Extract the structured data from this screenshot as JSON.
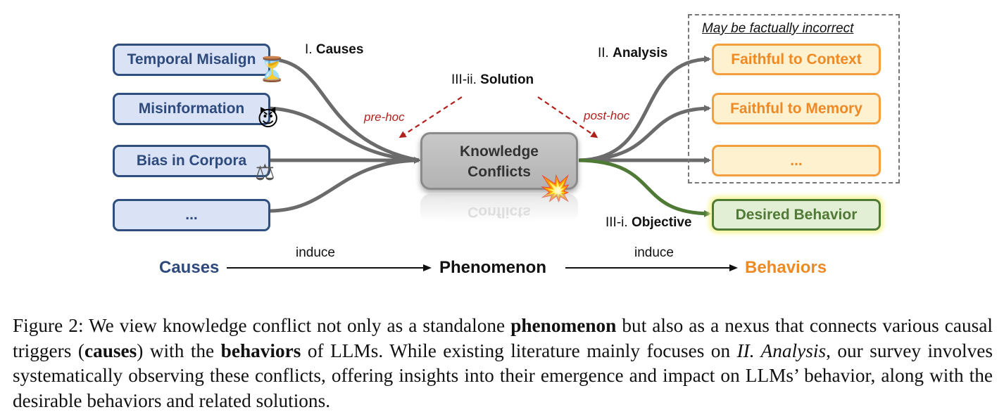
{
  "causes": {
    "items": [
      {
        "label": "Temporal Misalign",
        "icon": "hourglass-icon",
        "glyph": "⏳"
      },
      {
        "label": "Misinformation",
        "icon": "devil-face-icon",
        "glyph": "😈"
      },
      {
        "label": "Bias in Corpora",
        "icon": "scales-icon",
        "glyph": "⚖"
      },
      {
        "label": "...",
        "icon": "",
        "glyph": ""
      }
    ],
    "section_label_num": "I.",
    "section_label": "Causes"
  },
  "phenomenon": {
    "line1": "Knowledge",
    "line2": "Conflicts",
    "icon": "collision-icon",
    "glyph": "💥"
  },
  "solution": {
    "label_num": "III-ii.",
    "label": "Solution",
    "pre": "pre-hoc",
    "post": "post-hoc"
  },
  "analysis": {
    "label_num": "II.",
    "label": "Analysis",
    "frame_title": "May be factually incorrect",
    "items": [
      "Faithful to Context",
      "Faithful to Memory",
      "..."
    ]
  },
  "objective": {
    "label_num": "III-i.",
    "label": "Objective",
    "desired": "Desired Behavior"
  },
  "flow": {
    "causes": "Causes",
    "phenomenon": "Phenomenon",
    "behaviors": "Behaviors",
    "induce_left": "induce",
    "induce_right": "induce"
  },
  "colors": {
    "causes": "#2e4a7d",
    "behaviors": "#ee8a26",
    "desired": "#4f7a35",
    "arrows": "#6b6b6b",
    "solution_arrows": "#b0201c"
  },
  "caption": {
    "prefix": "Figure 2: We view knowledge conflict not only as a standalone ",
    "bold1": "phenomenon",
    "mid1": " but also as a nexus that connects various causal triggers (",
    "bold2": "causes",
    "mid2": ") with the ",
    "bold3": "behaviors",
    "mid3": " of LLMs.  While existing literature mainly focuses on ",
    "italic1": "II. Analysis",
    "suffix": ", our survey involves systematically observing these conflicts, offering insights into their emergence and impact on LLMs’ behavior, along with the desirable behaviors and related solutions."
  }
}
